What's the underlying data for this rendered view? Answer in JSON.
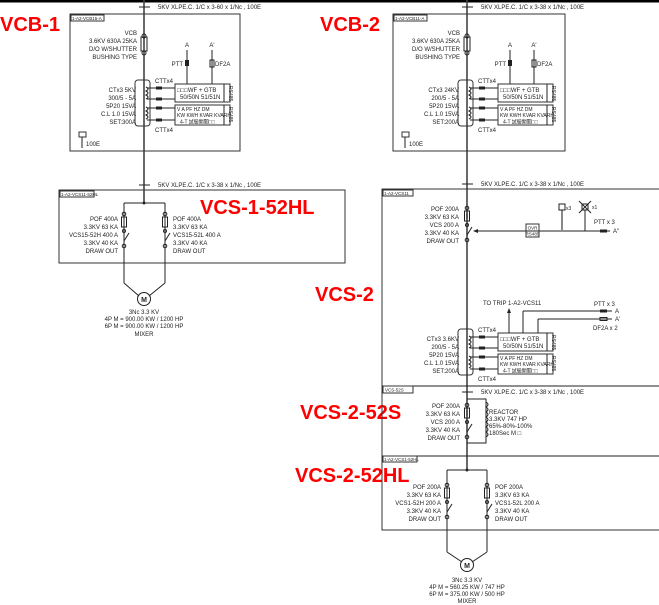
{
  "labels": {
    "vcb1": "VCB-1",
    "vcb2": "VCB-2",
    "vcs1": "VCS-1-52HL",
    "vcs2": "VCS-2",
    "vcs2s": "VCS-2-52S",
    "vcs2hl": "VCS-2-52HL"
  },
  "cables": {
    "vcb1_in": "5KV XLPE.C. 1/C x 3-60 x 1/Nc , 100E",
    "vcb2_in": "5KV XLPE.C. 1/C x 3-38 x 1/Nc , 100E",
    "vcs1_in": "5KV XLPE.C. 1/C x 3-38 x 1/Nc , 100E",
    "vcs2_in": "5KV XLPE.C. 1/C x 3-38 x 1/Nc , 100E",
    "vcs2s_in": "5KV XLPE.C. 1/C x 3-38 x 1/Nc , 100E"
  },
  "vcb1": {
    "tag": "1-A2-VCB15-A",
    "breaker": [
      "VCB",
      "3.6KV 630A 25KA",
      "D/O W/SHUTTER",
      "BUSHING TYPE"
    ],
    "ct": [
      "CTx3 5KV",
      "300/5 - 5A",
      "5P20 15VA",
      "C.L 1.0 15VA",
      "SET:300A"
    ],
    "ground": "100E"
  },
  "vcb2": {
    "tag": "1-A2-VCB11-A",
    "breaker": [
      "VCB",
      "3.6KV 630A 25KA",
      "D/O W/SHUTTER",
      "BUSHING TYPE"
    ],
    "ct": [
      "CTx3 24KV",
      "200/5 - 5A",
      "5P20 15VA",
      "C.L 1.0 15VA",
      "SET:200A"
    ],
    "ground": "100E"
  },
  "common": {
    "cttx4": "CTTx4",
    "relay": [
      "□□□WF + GTB",
      "50/50N 51/51N"
    ],
    "rs485": "RS485",
    "meter": [
      "V  A  PF  HZ  DM",
      "KW KWH KVAR KVARH",
      "4-T 試驗開關□□"
    ],
    "ptt": "PTT",
    "df2a": "DF2A",
    "a": "A",
    "a_prime": "A'",
    "motor": "M"
  },
  "vcs1": {
    "tag": "1-A2-VCS11-52HL",
    "left": [
      "POF 400A",
      "3.3KV 63 KA",
      "VCS15-52H 400 A",
      "3.3KV 40 KA",
      "DRAW OUT"
    ],
    "right": [
      "POF 400A",
      "3.3KV 63 KA",
      "VCS15-52L 400 A",
      "3.3KV 40 KA",
      "DRAW OUT"
    ],
    "motor_text": [
      "3Nc  3.3 KV",
      "4P M = 900.00 KW / 1200 HP",
      "6P M = 900.00 KW / 1200 HP",
      "MIXER"
    ]
  },
  "vcs2": {
    "tag": "1-A2-VCS11",
    "breaker": [
      "POF 200A",
      "3.3KV 63 KA",
      "VCS 200 A",
      "3.3KV 40 KA",
      "DRAW OUT"
    ],
    "ovr": [
      "OVR",
      "RS485"
    ],
    "x3": "x3",
    "x1": "x1",
    "ptt_top": "PTT x 3",
    "a_dprime": "A''",
    "to_trip": "TO TRIP 1-A2-VCS11",
    "ptt_mid": "PTT x 3",
    "a": "A",
    "a_prime": "A'",
    "df2a": "DF2A x 2",
    "ct": [
      "CTx3 3.6KV",
      "200/5 - 5A",
      "5P20 15VA",
      "C.L 1.0 15VA",
      "SET:200A"
    ]
  },
  "vcs2s": {
    "tag": "VCS-52S",
    "breaker": [
      "POF 200A",
      "3.3KV 63 KA",
      "VCS 200 A",
      "3.3KV 40 KA",
      "DRAW OUT"
    ],
    "reactor": [
      "REACTOR",
      "3.3KV 747 HP",
      "65%-80%-100%",
      "180Sec M □"
    ]
  },
  "vcs2hl": {
    "tag": "1-A2-VCS1-52HL",
    "left": [
      "POF 200A",
      "3.3KV 63 KA",
      "VCS1-52H 200 A",
      "3.3KV 40 KA",
      "DRAW OUT"
    ],
    "right": [
      "POF 200A",
      "3.3KV 63 KA",
      "VCS1-52L 200 A",
      "3.3KV 40 KA",
      "DRAW OUT"
    ],
    "motor_text": [
      "3Nc  3.3 KV",
      "4P M = 560.25 KW / 747 HP",
      "6P M = 375.00 KW / 500 HP",
      "MIXER"
    ]
  }
}
